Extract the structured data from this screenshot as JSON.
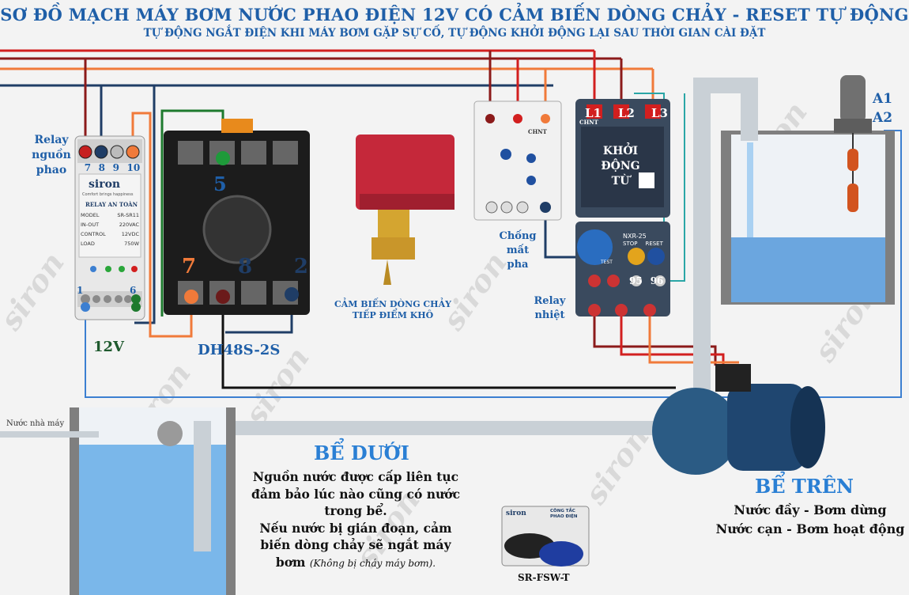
{
  "title": "SƠ ĐỒ MẠCH MÁY BƠM NƯỚC PHAO ĐIỆN 12V CÓ CẢM BIẾN DÒNG CHẢY - RESET TỰ ĐỘNG",
  "subtitle": "TỰ ĐỘNG NGẮT ĐIỆN KHI MÁY BƠM GẶP SỰ CỐ, TỰ ĐỘNG KHỞI ĐỘNG LẠI SAU THỜI GIAN CÀI ĐẶT",
  "relay_float": {
    "label": [
      "Relay",
      "nguồn",
      "phao"
    ],
    "terminals": [
      "7",
      "8",
      "9",
      "10"
    ],
    "brand": "siron",
    "brand_sub": "Comfort brings happiness",
    "panel_title": "RELAY AN TOÀN",
    "rows": [
      {
        "k": "MODEL",
        "v": "SR-SR11"
      },
      {
        "k": "IN-OUT",
        "v": "220VAC"
      },
      {
        "k": "CONTROL",
        "v": "12VDC"
      },
      {
        "k": "LOAD",
        "v": "750W"
      }
    ],
    "bottom_left": "1",
    "bottom_right": "6",
    "voltage": "12V"
  },
  "timer": {
    "pins_top": "5",
    "pins_bottom": [
      "7",
      "8",
      "2"
    ],
    "model": "DH48S-2S"
  },
  "flow_sensor": {
    "label": [
      "CẢM BIẾN DÒNG CHẢY",
      "TIẾP ĐIỂM KHÔ"
    ]
  },
  "phase_guard": {
    "label": [
      "Chống",
      "mất",
      "pha"
    ],
    "brand": "CHNT"
  },
  "contactor": {
    "terminals": [
      "L1",
      "L2",
      "L3"
    ],
    "label": [
      "KHỞI",
      "ĐỘNG",
      "TỪ"
    ],
    "brand": "CHNT"
  },
  "thermal": {
    "label": [
      "Relay",
      "nhiệt"
    ],
    "model": "NXR-25",
    "buttons": [
      "STOP",
      "RESET"
    ],
    "pins": [
      "95",
      "96"
    ],
    "test": "TEST"
  },
  "tank_upper": {
    "electrodes": [
      "A1",
      "A2"
    ],
    "title": "BỂ TRÊN",
    "lines": [
      "Nước đầy - Bơm dừng",
      "Nước cạn - Bơm hoạt động"
    ]
  },
  "tank_lower": {
    "inlet": "Nước nhà máy",
    "title": "BỂ DƯỚI",
    "lines": [
      "Nguồn nước được cấp liên tục",
      "đảm bảo lúc nào cũng có nước",
      "trong bể.",
      "Nếu nước bị gián đoạn, cảm",
      "biến dòng chảy sẽ ngắt máy",
      "bơm"
    ],
    "note": "(Không bị cháy máy bơm)."
  },
  "float_switch": {
    "model": "SR-FSW-T",
    "box_brand": "siron",
    "box_text": [
      "CÔNG TẮC",
      "PHAO ĐIỆN"
    ]
  },
  "colors": {
    "red": "#d21f1f",
    "dark_red": "#8b1a1a",
    "orange": "#f07a3a",
    "navy": "#1f3d66",
    "blue": "#3c7fd1",
    "black": "#111111",
    "teal": "#2aa6a6",
    "title": "#1f5fa8"
  }
}
